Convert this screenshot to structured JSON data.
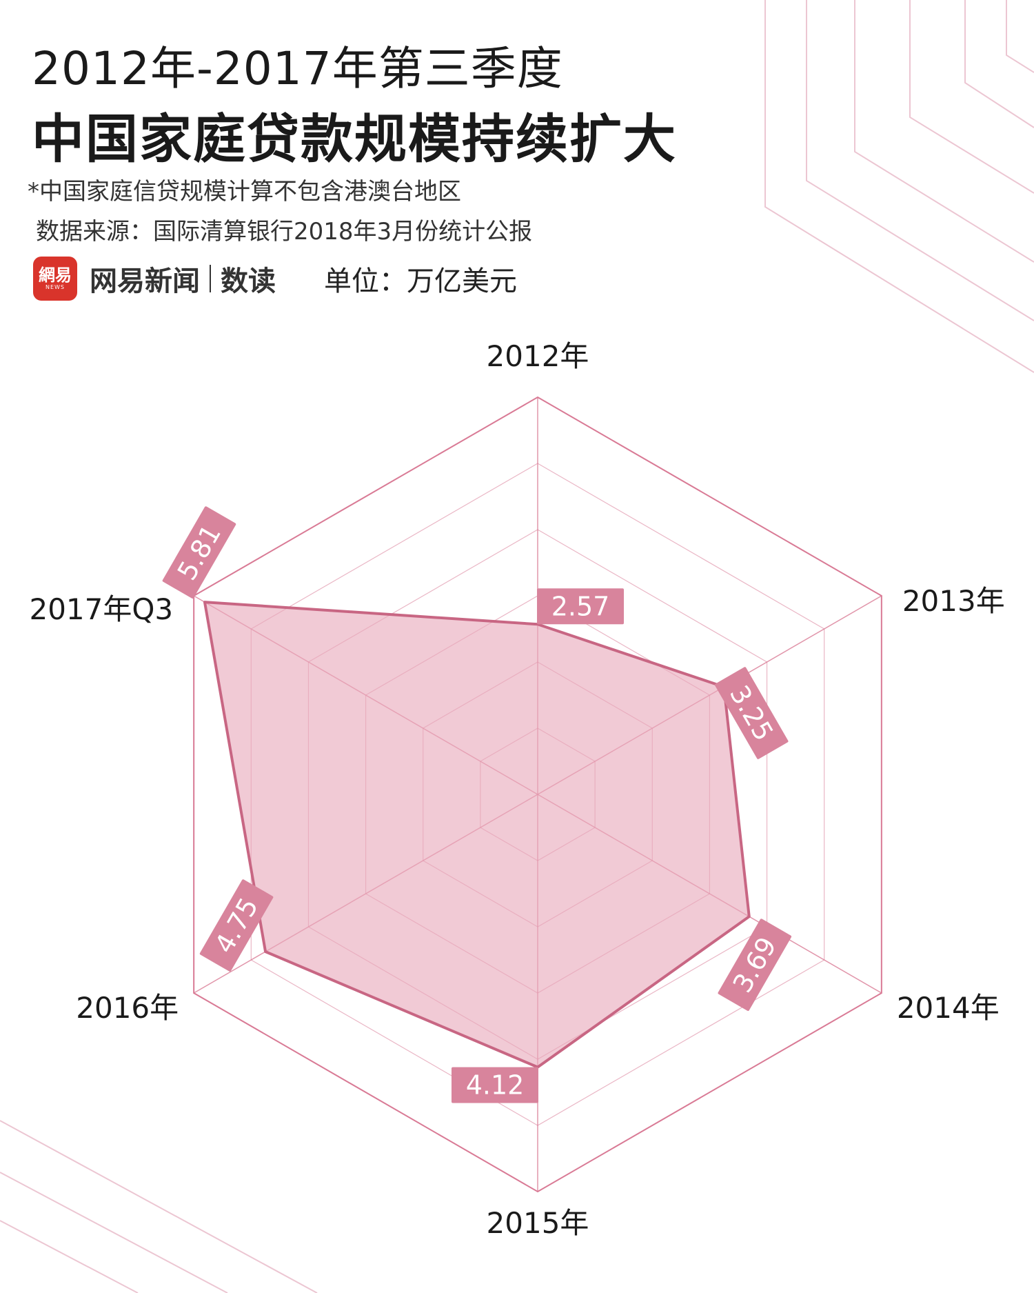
{
  "header": {
    "title_line1": "2012年-2017年第三季度",
    "title_line2": "中国家庭贷款规模持续扩大",
    "note": "*中国家庭信贷规模计算不包含港澳台地区",
    "source": "数据来源：国际清算银行2018年3月份统计公报",
    "logo_glyph": "網易",
    "logo_sub": "NEWS",
    "brand": "网易新闻",
    "brand_section": "数读",
    "unit": "单位：万亿美元"
  },
  "colors": {
    "accent": "#d8849c",
    "fill": "#e8a9bb",
    "line": "#c86683",
    "grid": "#d97a95",
    "label_bg": "#d8849c",
    "logo_red": "#d9342b"
  },
  "chart_data": {
    "type": "radar",
    "categories": [
      "2012年",
      "2013年",
      "2014年",
      "2015年",
      "2016年",
      "2017年Q3"
    ],
    "values": [
      2.57,
      3.25,
      3.69,
      4.12,
      4.75,
      5.81
    ],
    "value_labels": [
      "2.57",
      "3.25",
      "3.69",
      "4.12",
      "4.75",
      "5.81"
    ],
    "rmax": 6,
    "rings": 6
  }
}
